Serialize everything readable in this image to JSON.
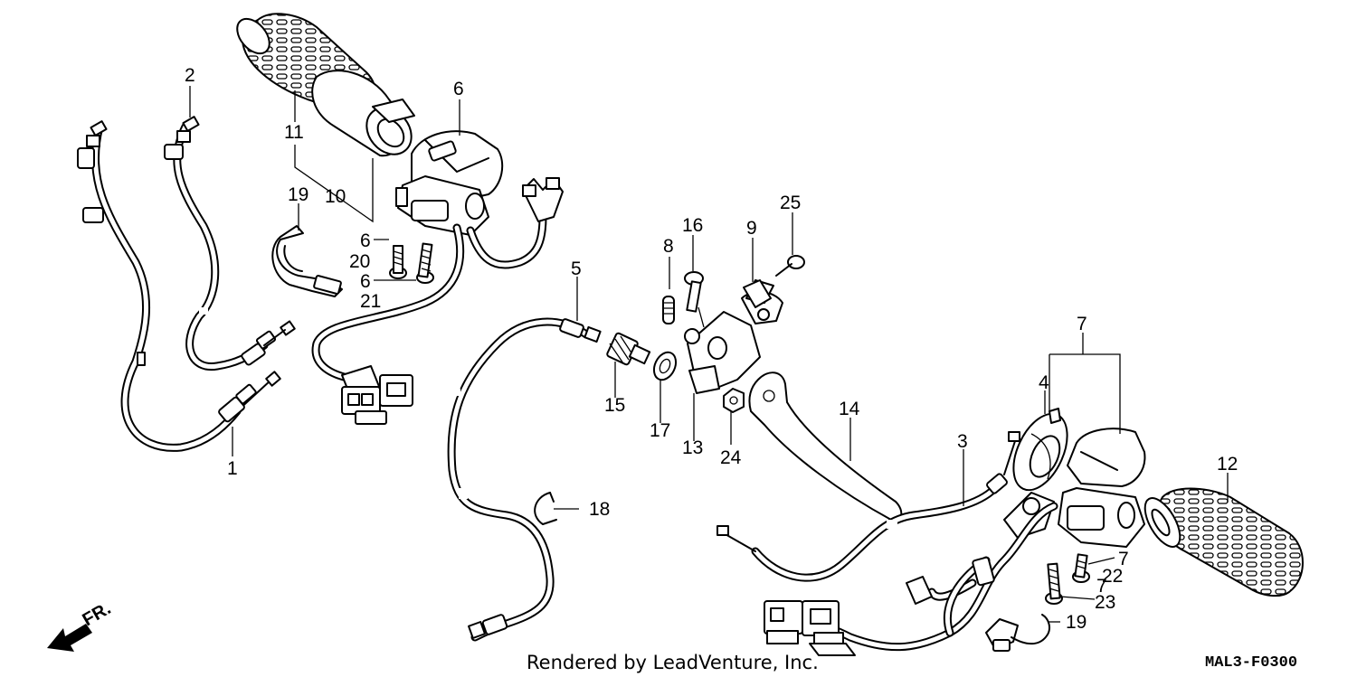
{
  "callouts": {
    "c1": "1",
    "c2": "2",
    "c3": "3",
    "c4": "4",
    "c5": "5",
    "c6a": "6",
    "c6b": "6",
    "c6c": "6",
    "c7a": "7",
    "c7b": "7",
    "c7c": "7",
    "c8": "8",
    "c9": "9",
    "c10": "10",
    "c11": "11",
    "c12": "12",
    "c13": "13",
    "c14": "14",
    "c15": "15",
    "c16": "16",
    "c17": "17",
    "c18": "18",
    "c19a": "19",
    "c19b": "19",
    "c20": "20",
    "c21": "21",
    "c22": "22",
    "c23": "23",
    "c24": "24",
    "c25": "25"
  },
  "direction_label": "FR.",
  "credit": "Rendered by LeadVenture, Inc.",
  "diagram_code": "MAL3-F0300"
}
